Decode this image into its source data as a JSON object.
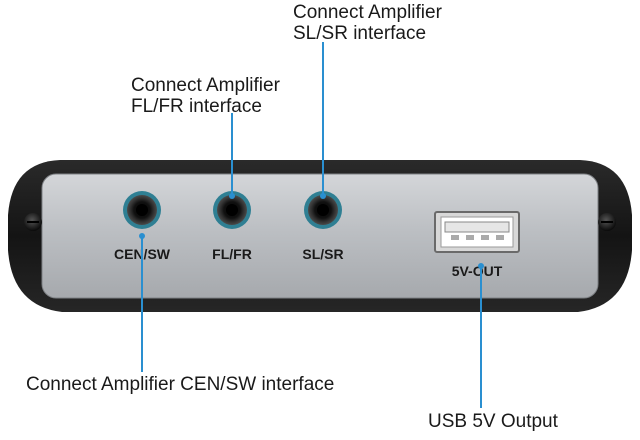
{
  "callouts": {
    "slsr": {
      "line1": "Connect Amplifier",
      "line2": "SL/SR interface"
    },
    "flfr": {
      "line1": "Connect Amplifier",
      "line2": "FL/FR interface"
    },
    "cen": {
      "line1": "Connect Amplifier CEN/SW interface"
    },
    "usb": {
      "line1": "USB 5V Output"
    }
  },
  "ports": {
    "cen_label": "CEN/SW",
    "flfr_label": "FL/FR",
    "slsr_label": "SL/SR",
    "usb_label": "5V-OUT"
  },
  "colors": {
    "pointer": "#2a8fd0",
    "jack_ring": "#3a8ea2",
    "panel": "#b9bcc0",
    "housing": "#1b1b1b"
  }
}
